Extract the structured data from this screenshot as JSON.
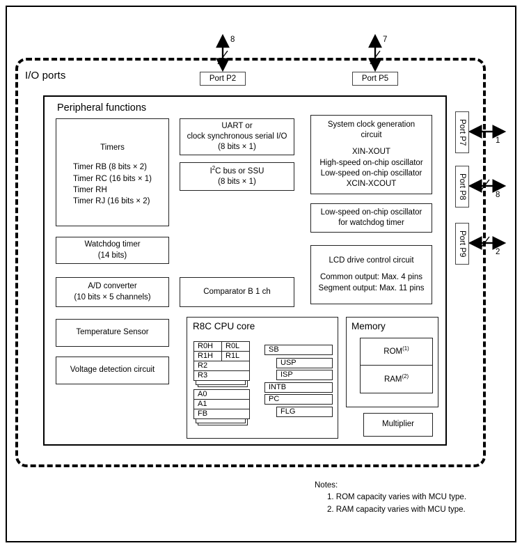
{
  "diagram": {
    "io_boundary_label": "I/O ports",
    "peripheral_title": "Peripheral functions",
    "cpu_core_title": "R8C CPU core",
    "memory_title": "Memory"
  },
  "top_ports": [
    {
      "name": "port-p2",
      "label": "Port P2",
      "bus_width": "8"
    },
    {
      "name": "port-p5",
      "label": "Port P5",
      "bus_width": "7"
    }
  ],
  "side_ports": [
    {
      "name": "port-p7",
      "label": "Port P7",
      "bus_width": "1"
    },
    {
      "name": "port-p8",
      "label": "Port P8",
      "bus_width": "8"
    },
    {
      "name": "port-p9",
      "label": "Port P9",
      "bus_width": "2"
    }
  ],
  "blocks": {
    "timers": {
      "title": "Timers",
      "items": [
        "Timer RB (8 bits × 2)",
        "Timer RC (16 bits × 1)",
        "Timer RH",
        "Timer RJ (16 bits × 2)"
      ]
    },
    "uart": {
      "line1": "UART or",
      "line2": "clock synchronous serial I/O",
      "line3": "(8 bits × 1)"
    },
    "i2c": {
      "line1_pre": "I",
      "line1_sup": "2",
      "line1_post": "C bus or SSU",
      "line2": "(8 bits × 1)"
    },
    "clock": {
      "title1": "System clock generation",
      "title2": "circuit",
      "items": [
        "XIN-XOUT",
        "High-speed on-chip oscillator",
        "Low-speed on-chip oscillator",
        "XCIN-XCOUT"
      ]
    },
    "wdt_osc": {
      "line1": "Low-speed on-chip oscillator",
      "line2": "for watchdog timer"
    },
    "watchdog": {
      "line1": "Watchdog timer",
      "line2": "(14 bits)"
    },
    "lcd": {
      "title": "LCD drive control circuit",
      "line1": "Common output: Max. 4 pins",
      "line2": "Segment output: Max. 11 pins"
    },
    "adc": {
      "line1": "A/D converter",
      "line2": "(10 bits × 5 channels)"
    },
    "comparator": {
      "label": "Comparator B 1 ch"
    },
    "temp_sensor": {
      "label": "Temperature Sensor"
    },
    "voltage_detect": {
      "label": "Voltage detection circuit"
    },
    "multiplier": {
      "label": "Multiplier"
    }
  },
  "cpu_registers": {
    "data_file": [
      [
        "R0H",
        "R0L"
      ],
      [
        "R1H",
        "R1L"
      ],
      [
        "R2",
        ""
      ],
      [
        "R3",
        ""
      ]
    ],
    "address_file": [
      "A0",
      "A1",
      "FB"
    ],
    "control": [
      "SB",
      "USP",
      "ISP",
      "INTB",
      "PC",
      "FLG"
    ]
  },
  "memory": {
    "rom_label": "ROM",
    "rom_note": "(1)",
    "ram_label": "RAM",
    "ram_note": "(2)"
  },
  "notes": {
    "heading": "Notes:",
    "items": [
      "1. ROM capacity varies with MCU type.",
      "2. RAM capacity varies with MCU type."
    ]
  }
}
